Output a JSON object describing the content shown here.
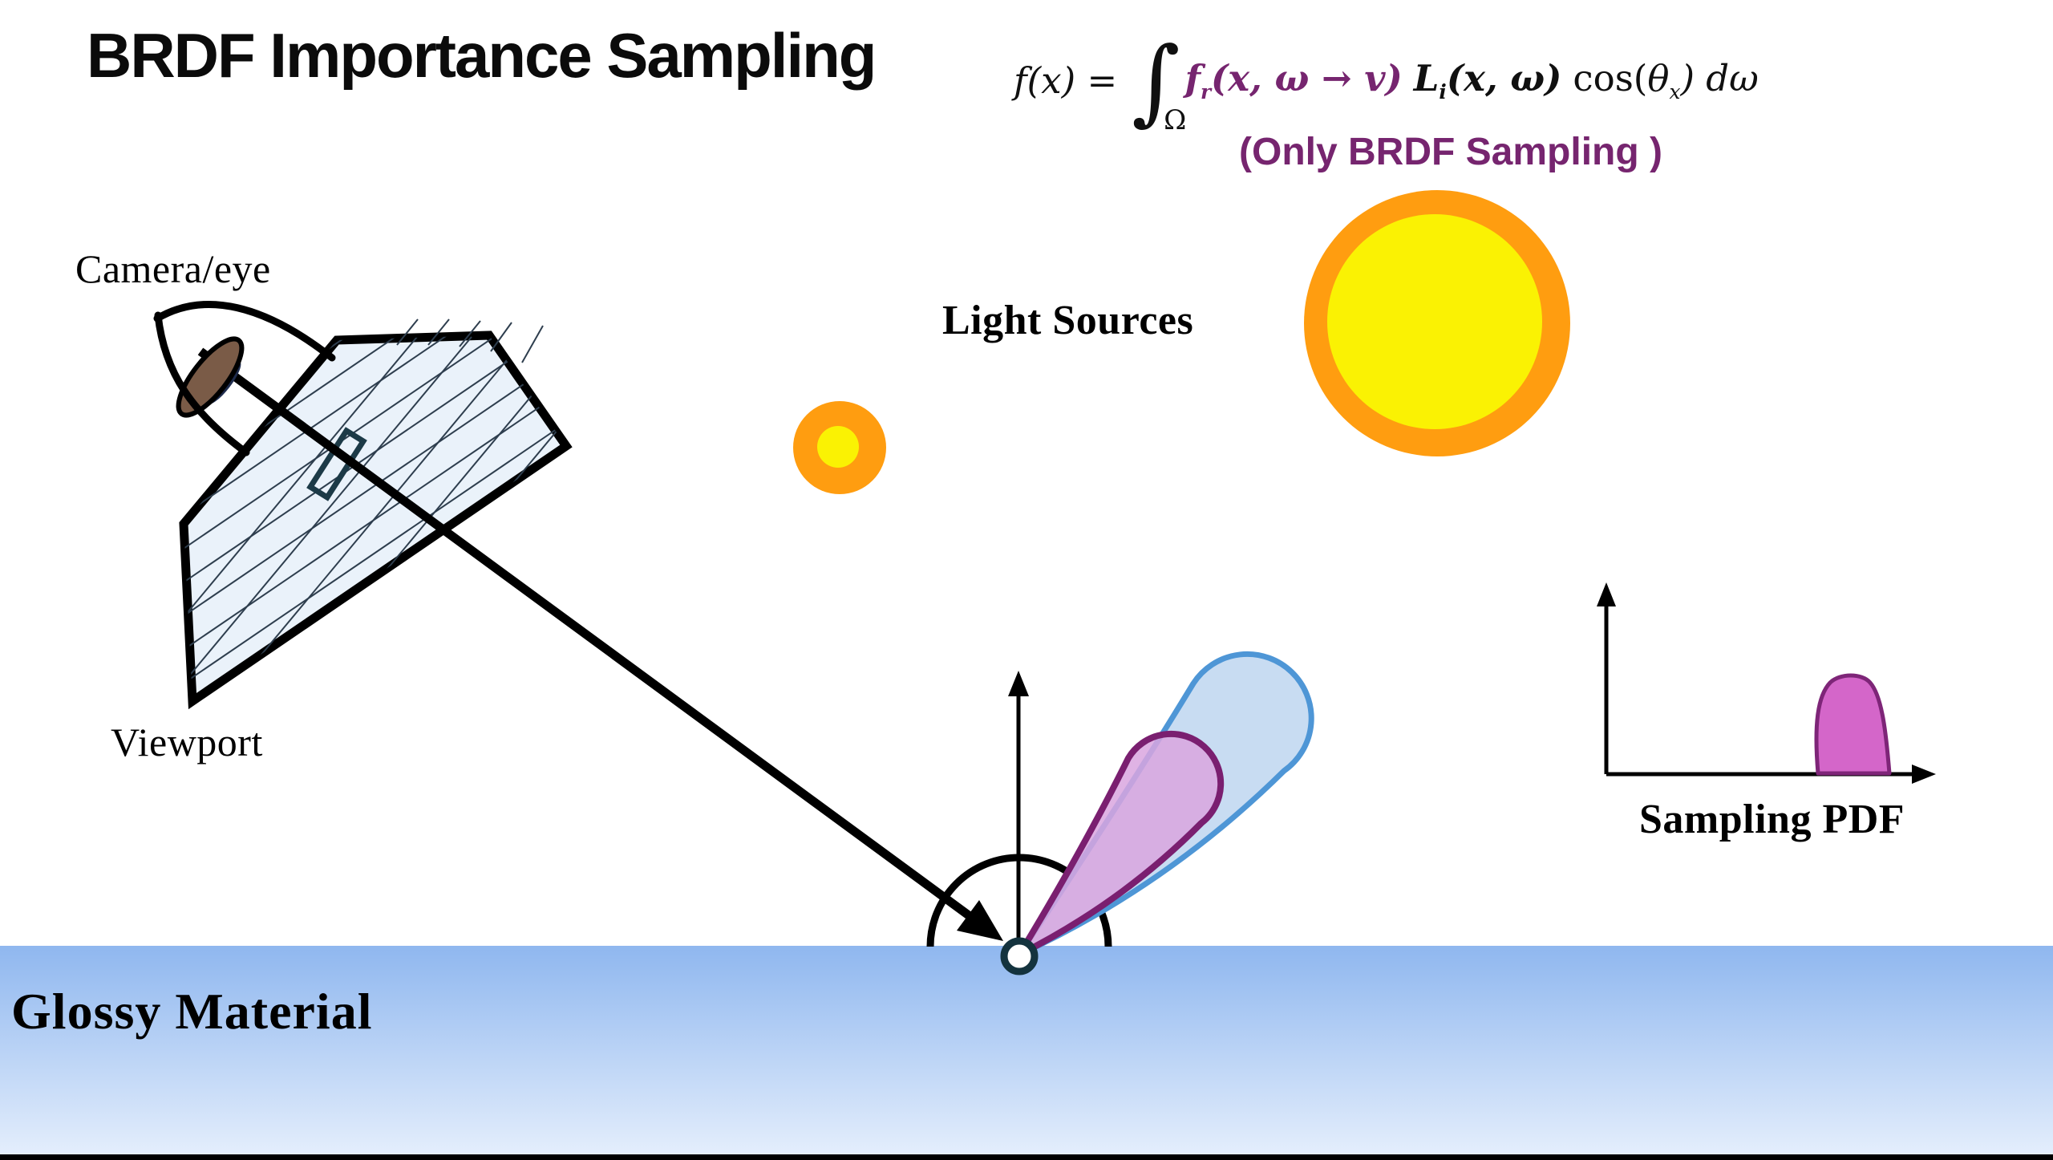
{
  "title": "BRDF Importance Sampling",
  "formula": {
    "lhs": "f(x) =",
    "integral": "∫",
    "domain": "Ω",
    "fr_base": "f",
    "fr_sub": "r",
    "fr_args": "(x, ω → v)",
    "li_base": "L",
    "li_sub": "i",
    "li_args": "(x, ω)",
    "cos_word": "cos(",
    "theta": "θ",
    "theta_sub": "x",
    "tail": ") dω",
    "note": "(Only BRDF Sampling )"
  },
  "labels": {
    "camera": "Camera/eye",
    "viewport": "Viewport",
    "light_sources": "Light Sources",
    "sampling_pdf": "Sampling PDF",
    "glossy": "Glossy Material"
  },
  "pdf_plot": {
    "type": "area",
    "label": "Sampling PDF",
    "peak_x_fraction": 0.76,
    "peak_height_fraction": 0.5,
    "description": "single narrow rounded peak on unlabeled axes"
  },
  "colors": {
    "ink": "#000000",
    "accent_purple": "#76256F",
    "sun_ring": "#FF9D10",
    "sun_core": "#FAF203",
    "viewport_fill": "#EAF2FA",
    "viewport_grid": "#2E3E4E",
    "pixel_stroke": "#1C3A47",
    "lobe_blue_fill": "#C8DCF2",
    "lobe_blue_stroke": "#4E96D6",
    "lobe_purple_fill": "#D9A6DF",
    "lobe_purple_stroke": "#7A1F70",
    "pdf_peak_fill": "#D466C9",
    "pdf_peak_stroke": "#7E2578",
    "surface_top": "#8FB7EF",
    "surface_bottom": "#E4EEFC",
    "hit_point_stroke": "#14333E",
    "eye_lens_fill": "#7A5B47",
    "eye_pupil_fill": "#1F2C4D"
  }
}
